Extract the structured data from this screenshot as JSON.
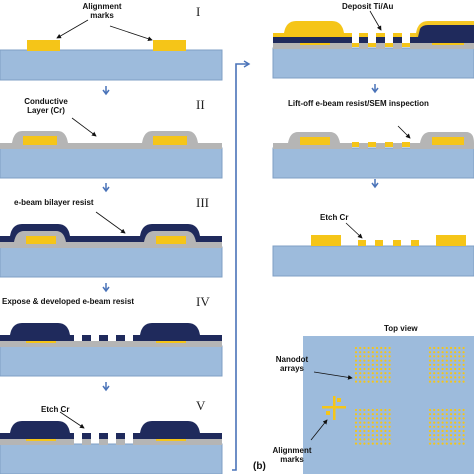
{
  "steps": {
    "s1": {
      "numeral": "I",
      "label": "Alignment\nmarks"
    },
    "s2": {
      "numeral": "II",
      "label": "Conductive\nLayer (Cr)"
    },
    "s3": {
      "numeral": "III",
      "label": "e-beam bilayer resist"
    },
    "s4": {
      "numeral": "IV",
      "label": "Expose & developed e-beam resist"
    },
    "s5": {
      "numeral": "V",
      "label": "Etch Cr"
    },
    "s6": {
      "label": "Deposit Ti/Au"
    },
    "s7": {
      "label": "Lift-off e-beam resist/SEM inspection"
    },
    "s8": {
      "label": "Etch Cr"
    }
  },
  "top_view": {
    "title": "Top view",
    "nanodot_label": "Nanodot\narrays",
    "alignment_label": "Alignment\nmarks"
  },
  "panel_label": "(b)",
  "colors": {
    "substrate": "#9dbbdc",
    "substrate_edge": "#7f9fc4",
    "gold": "#f5c518",
    "chrome": "#b5b5b5",
    "resist": "#1f2a5c",
    "arrow": "#4a73b8"
  }
}
